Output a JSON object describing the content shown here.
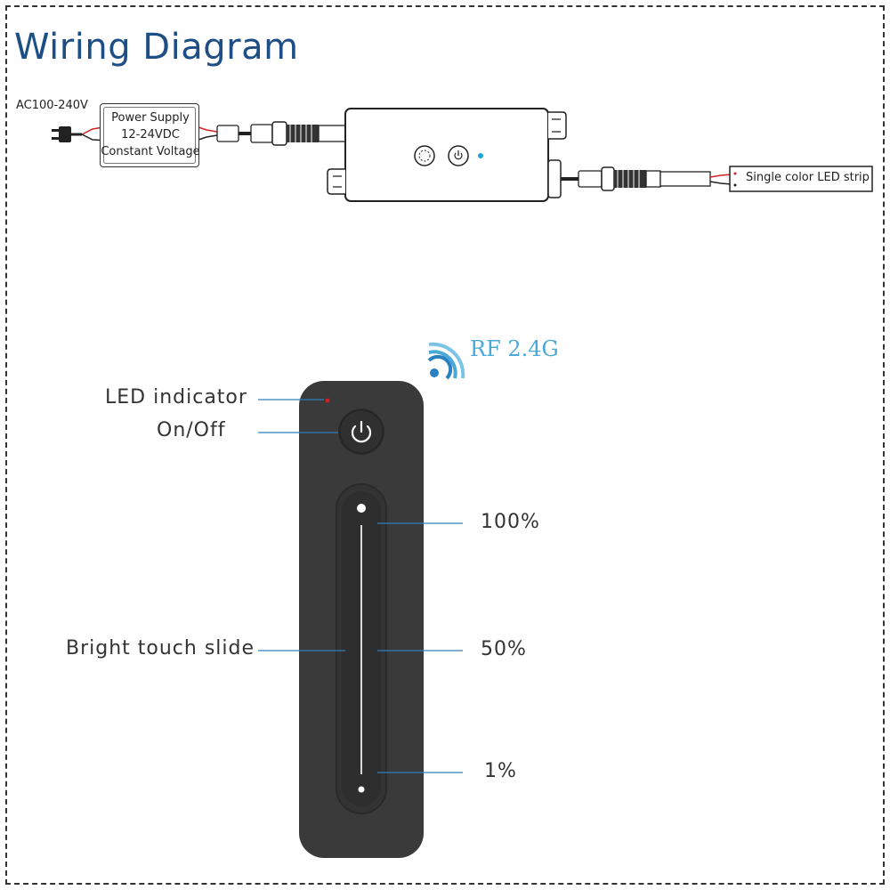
{
  "title": "Wiring Diagram",
  "input_voltage": "AC100-240V",
  "power_supply": {
    "line1": "Power Supply",
    "line2": "12-24VDC",
    "line3": "Constant Voltage"
  },
  "led_strip": "Single color LED strip",
  "rf_label": "RF 2.4G",
  "remote": {
    "led_indicator": "LED indicator",
    "on_off": "On/Off",
    "slide": "Bright touch slide",
    "level_100": "100%",
    "level_50": "50%",
    "level_1": "1%"
  },
  "colors": {
    "title": "#1d4f86",
    "remote_body": "#3a3a3a",
    "callout_line": "#2f7fc1",
    "rf_accent": "#4aa8d6",
    "indicator_red": "#d22020",
    "controller_dot": "#19a7d8"
  },
  "icons": [
    "plug-icon",
    "power-icon",
    "wifi-signal-icon"
  ]
}
